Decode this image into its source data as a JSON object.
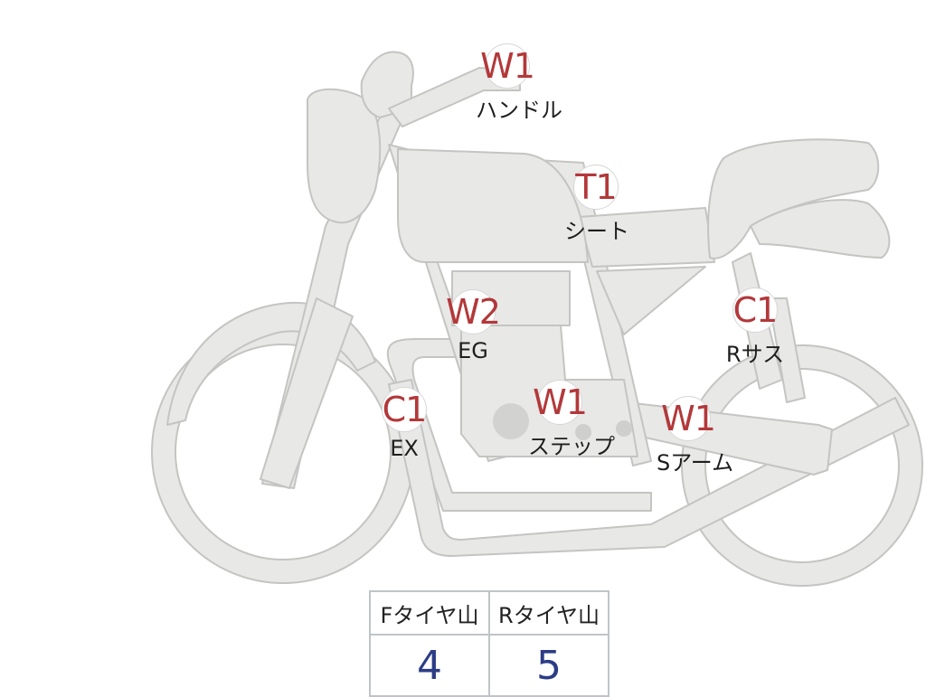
{
  "colors": {
    "part_fill": "#e8e8e6",
    "part_stroke": "#c4c4c2",
    "badge_text": "#b3383a",
    "table_value": "#2c3d86"
  },
  "callouts": [
    {
      "id": "handle",
      "code": "W1",
      "label": "ハンドル"
    },
    {
      "id": "seat",
      "code": "T1",
      "label": "シート"
    },
    {
      "id": "engine",
      "code": "W2",
      "label": "EG"
    },
    {
      "id": "rear-suspension",
      "code": "C1",
      "label": "Rサス"
    },
    {
      "id": "exhaust",
      "code": "C1",
      "label": "EX"
    },
    {
      "id": "step",
      "code": "W1",
      "label": "ステップ"
    },
    {
      "id": "swing-arm",
      "code": "W1",
      "label": "Sアーム"
    }
  ],
  "tread_table": {
    "headers": [
      "Fタイヤ山",
      "Rタイヤ山"
    ],
    "values": [
      "4",
      "5"
    ]
  }
}
